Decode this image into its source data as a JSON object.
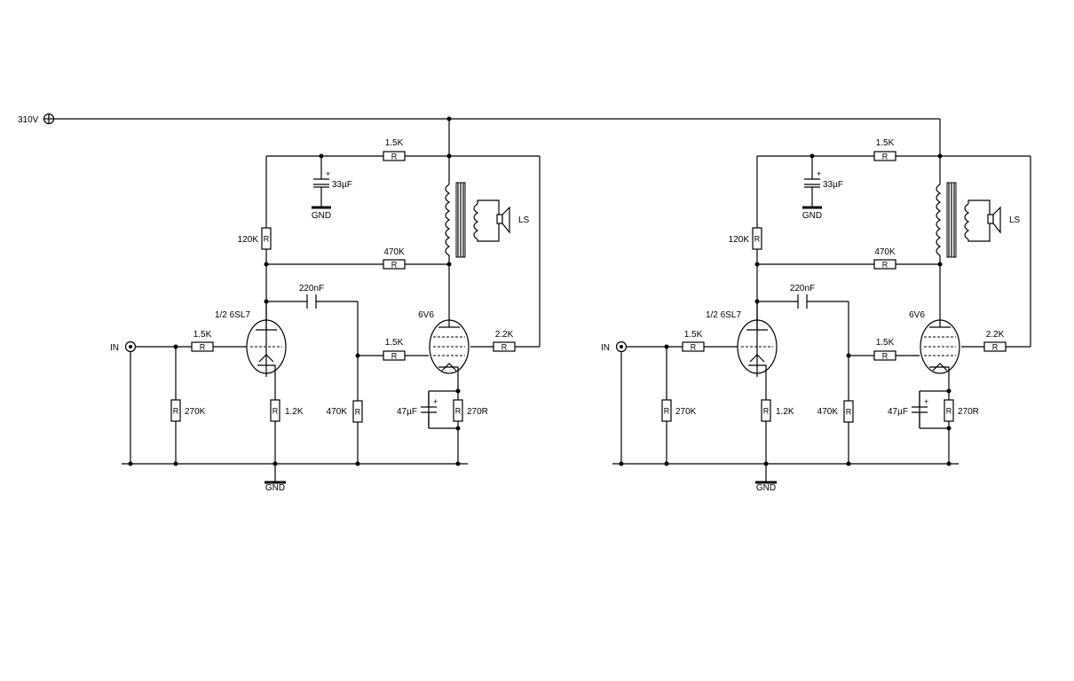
{
  "supply": {
    "label": "310V"
  },
  "channels": [
    {
      "input_label": "IN",
      "r_in_series": "1.5K",
      "r_in_shunt": "270K",
      "tube1": "1/2 6SL7",
      "r_cathode1": "1.2K",
      "r_plate1": "120K",
      "r_decouple": "1.5K",
      "c_decouple": "33µF",
      "gnd_decouple": "GND",
      "r_feedback": "470K",
      "c_coupling": "220nF",
      "r_grid2": "470K",
      "r_grid_stop": "1.5K",
      "tube2": "6V6",
      "r_screen": "2.2K",
      "c_cathode2": "47µF",
      "r_cathode2": "270R",
      "speaker": "LS",
      "gnd_main": "GND",
      "r_symbol": "R"
    },
    {
      "input_label": "IN",
      "r_in_series": "1.5K",
      "r_in_shunt": "270K",
      "tube1": "1/2 6SL7",
      "r_cathode1": "1.2K",
      "r_plate1": "120K",
      "r_decouple": "1.5K",
      "c_decouple": "33µF",
      "gnd_decouple": "GND",
      "r_feedback": "470K",
      "c_coupling": "220nF",
      "r_grid2": "470K",
      "r_grid_stop": "1.5K",
      "tube2": "6V6",
      "r_screen": "2.2K",
      "c_cathode2": "47µF",
      "r_cathode2": "270R",
      "speaker": "LS",
      "gnd_main": "GND",
      "r_symbol": "R"
    }
  ]
}
